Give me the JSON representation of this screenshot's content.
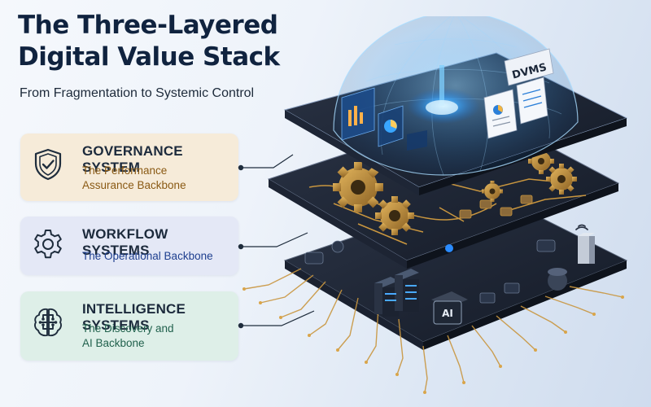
{
  "header": {
    "title_line1": "The Three-Layered",
    "title_line2": "Digital Value Stack",
    "subtitle": "From Fragmentation to Systemic Control"
  },
  "layers": [
    {
      "id": "governance",
      "title": "GOVERNANCE SYSTEM",
      "desc_line1": "The Performance",
      "desc_line2": "Assurance Backbone",
      "icon": "shield-check-icon",
      "color": "#8a5a14",
      "bg": "#f6ebd9"
    },
    {
      "id": "workflow",
      "title": "WORKFLOW SYSTEMS",
      "desc_line1": "The Operational Backbone",
      "desc_line2": "",
      "icon": "gear-icon",
      "color": "#1e3f8f",
      "bg": "#e4e8f6"
    },
    {
      "id": "intelligence",
      "title": "INTELLIGENCE SYSTEMS",
      "desc_line1": "The Discovery and",
      "desc_line2": "AI Backbone",
      "icon": "brain-circuit-icon",
      "color": "#21614d",
      "bg": "#deefe8"
    }
  ],
  "illustration": {
    "top_layer_label": "DVMS",
    "bottom_chip_label": "AI"
  }
}
